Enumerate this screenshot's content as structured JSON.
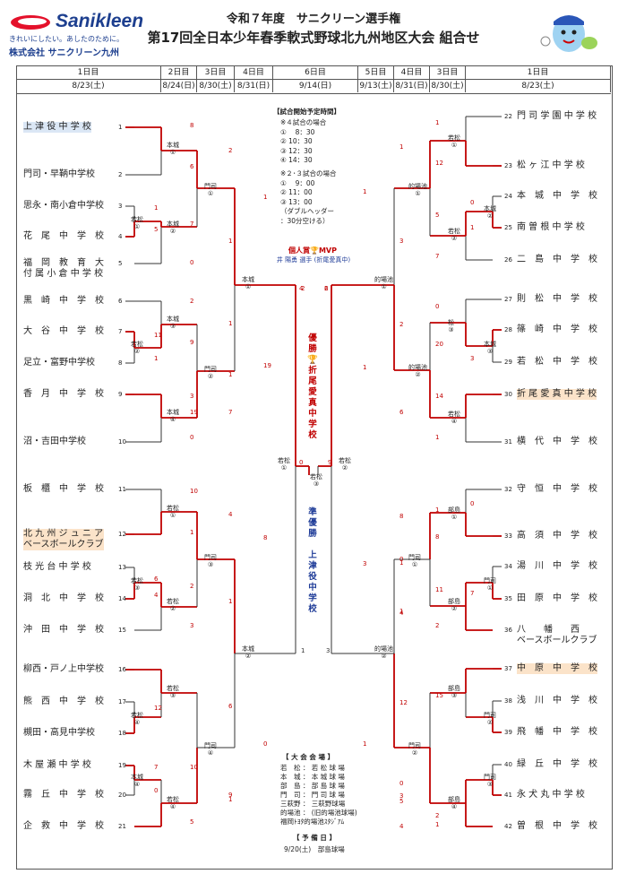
{
  "colors": {
    "red": "#c00000",
    "blue": "#1f3c98",
    "black": "#333333"
  },
  "logo": {
    "word": "Sanikleen",
    "tagline": "きれいにしたい。あしたのために。",
    "company": "株式会社 サニクリーン九州"
  },
  "title": {
    "line1": "令和７年度　サニクリーン選手権",
    "line2": "第17回全日本少年春季軟式野球北九州地区大会 組合せ"
  },
  "mascot": "mascot-illustration",
  "header": {
    "days": [
      "1日目",
      "2日目",
      "3日目",
      "4日目",
      "6日目",
      "5日目",
      "4日目",
      "3日目",
      "1日目"
    ],
    "dates": [
      "8/23(土)",
      "8/24(日)",
      "8/30(土)",
      "8/31(日)",
      "9/14(日)",
      "9/13(土)",
      "8/31(日)",
      "8/30(土)",
      "8/23(土)"
    ]
  },
  "left_teams": [
    {
      "no": "1",
      "name": "上 津 役 中 学 校",
      "hl": "blue"
    },
    {
      "no": "2",
      "name": "門司・早鞆中学校",
      "hl": ""
    },
    {
      "no": "3",
      "name": "思永・南小倉中学校",
      "hl": ""
    },
    {
      "no": "4",
      "name": "花　尾　中　学　校",
      "hl": ""
    },
    {
      "no": "5",
      "name": "福　岡　教　育　大\n付 属 小 倉 中 学 校",
      "hl": ""
    },
    {
      "no": "6",
      "name": "黒　崎　中　学　校",
      "hl": ""
    },
    {
      "no": "7",
      "name": "大　谷　中　学　校",
      "hl": ""
    },
    {
      "no": "8",
      "name": "足立・富野中学校",
      "hl": ""
    },
    {
      "no": "9",
      "name": "香　月　中　学　校",
      "hl": ""
    },
    {
      "no": "10",
      "name": "沼・吉田中学校",
      "hl": ""
    },
    {
      "no": "11",
      "name": "板　櫃　中　学　校",
      "hl": ""
    },
    {
      "no": "12",
      "name": "北 九 州 ジ ュ ニ ア\nベースボールクラブ",
      "hl": "orange"
    },
    {
      "no": "13",
      "name": "枝 光 台 中 学 校",
      "hl": ""
    },
    {
      "no": "14",
      "name": "洞　北　中　学　校",
      "hl": ""
    },
    {
      "no": "15",
      "name": "沖　田　中　学　校",
      "hl": ""
    },
    {
      "no": "16",
      "name": "柳西・戸ノ上中学校",
      "hl": ""
    },
    {
      "no": "17",
      "name": "熊　西　中　学　校",
      "hl": ""
    },
    {
      "no": "18",
      "name": "槻田・高見中学校",
      "hl": ""
    },
    {
      "no": "19",
      "name": "木 屋 瀬 中 学 校",
      "hl": ""
    },
    {
      "no": "20",
      "name": "霧　丘　中　学　校",
      "hl": ""
    },
    {
      "no": "21",
      "name": "企　救　中　学　校",
      "hl": ""
    }
  ],
  "right_teams": [
    {
      "no": "22",
      "name": "門 司 学 園 中 学 校",
      "hl": ""
    },
    {
      "no": "23",
      "name": "松 ヶ 江 中 学 校",
      "hl": ""
    },
    {
      "no": "24",
      "name": "本　城　中　学　校",
      "hl": ""
    },
    {
      "no": "25",
      "name": "南 曽 根 中 学 校",
      "hl": ""
    },
    {
      "no": "26",
      "name": "二　島　中　学　校",
      "hl": ""
    },
    {
      "no": "27",
      "name": "則　松　中　学　校",
      "hl": ""
    },
    {
      "no": "28",
      "name": "篠　崎　中　学　校",
      "hl": ""
    },
    {
      "no": "29",
      "name": "若　松　中　学　校",
      "hl": ""
    },
    {
      "no": "30",
      "name": "折 尾 愛 真 中 学 校",
      "hl": "orange"
    },
    {
      "no": "31",
      "name": "横　代　中　学　校",
      "hl": ""
    },
    {
      "no": "32",
      "name": "守　恒　中　学　校",
      "hl": ""
    },
    {
      "no": "33",
      "name": "高　須　中　学　校",
      "hl": ""
    },
    {
      "no": "34",
      "name": "湯　川　中　学　校",
      "hl": ""
    },
    {
      "no": "35",
      "name": "田　原　中　学　校",
      "hl": ""
    },
    {
      "no": "36",
      "name": "八　　幡　　西\nベースボールクラブ",
      "hl": ""
    },
    {
      "no": "37",
      "name": "中　原　中　学　校",
      "hl": "orange"
    },
    {
      "no": "38",
      "name": "浅　川　中　学　校",
      "hl": ""
    },
    {
      "no": "39",
      "name": "飛　幡　中　学　校",
      "hl": ""
    },
    {
      "no": "40",
      "name": "緑　丘　中　学　校",
      "hl": ""
    },
    {
      "no": "41",
      "name": "永 犬 丸 中 学 校",
      "hl": ""
    },
    {
      "no": "42",
      "name": "曽　根　中　学　校",
      "hl": ""
    }
  ],
  "venues_left": [
    "本城\n①",
    "若松\n①",
    "本城\n②",
    "本城\n③",
    "若松\n②",
    "本城\n④",
    "若松\n①",
    "若松\n③",
    "若松\n②",
    "若松\n③",
    "若松\n④",
    "本城\n④",
    "若松\n④",
    "門司\n①",
    "門司\n②",
    "門司\n③",
    "門司\n④",
    "本城\n①",
    "本城\n②"
  ],
  "venues_right": [
    "若松\n①",
    "本城\n②",
    "若松\n②",
    "松\n③",
    "本城\n③",
    "若松\n④",
    "部島\n①",
    "門司\n①",
    "部島\n②",
    "部島\n③",
    "門司\n②",
    "門司\n③",
    "部島\n④",
    "的場池\n①",
    "的場池\n②",
    "門司\n①",
    "門司\n②",
    "的場池\n①",
    "的場池\n②"
  ],
  "scores": {
    "l": [
      "8",
      "6",
      "1",
      "5",
      "7",
      "0",
      "2",
      "11",
      "1",
      "9",
      "3",
      "19",
      "0",
      "10",
      "1",
      "6",
      "4",
      "2",
      "3",
      "12",
      "7",
      "0",
      "10",
      "5",
      "2",
      "1",
      "1",
      "7",
      "4",
      "1",
      "6",
      "1",
      "1",
      "19",
      "8",
      "0",
      "4",
      "1",
      "9"
    ],
    "r": [
      "1",
      "12",
      "0",
      "1",
      "5",
      "7",
      "0",
      "20",
      "3",
      "14",
      "1",
      "0",
      "7",
      "1",
      "8",
      "11",
      "2",
      "15",
      "8",
      "1",
      "4",
      "0",
      "5",
      "2",
      "1",
      "3",
      "2",
      "6",
      "0",
      "1",
      "12",
      "3",
      "1",
      "1",
      "3",
      "1",
      "2",
      "4",
      "1"
    ]
  },
  "center": {
    "schedule_title": "【試合開始予定時間】",
    "schedule_lines": [
      "※４試合の場合",
      "① 　8：30",
      "② 10：30",
      "③ 12：30",
      "④ 14：30",
      "※２･３試合の場合",
      "① 　9：00",
      "② 11：00",
      "③ 13：00",
      "（ダブルヘッダー",
      "：30分空ける）"
    ],
    "mvp_title": "個人賞🏆MVP",
    "mvp_name": "井 陽勇 選手 (折尾愛真中)",
    "champion": "優勝🏆折尾愛真中学校",
    "runner_up": "準優勝　上津役中学校",
    "final_venue": "若松\n③",
    "semi_left": "若松\n①",
    "semi_right": "若松\n②",
    "final_scores": [
      "2",
      "6",
      "0",
      "9"
    ],
    "semi_scores": [
      "1",
      "3"
    ],
    "venues_title": "【 大 会 会 場 】",
    "venues_lines": [
      "若　松 ： 若 松 球 場",
      "本　城 ： 本 城 球 場",
      "部　島 ： 部 島 球 場",
      "門　司 ： 門 司 球 場",
      "三萩野 ： 三萩野球場",
      "的場池 ： (旧的場池球場)",
      "福岡ﾄﾖﾀ的場池ｽﾀｼﾞｱﾑ"
    ],
    "reserve_title": "【 予 備 日 】",
    "reserve_line": "9/20(土)　部島球場"
  }
}
